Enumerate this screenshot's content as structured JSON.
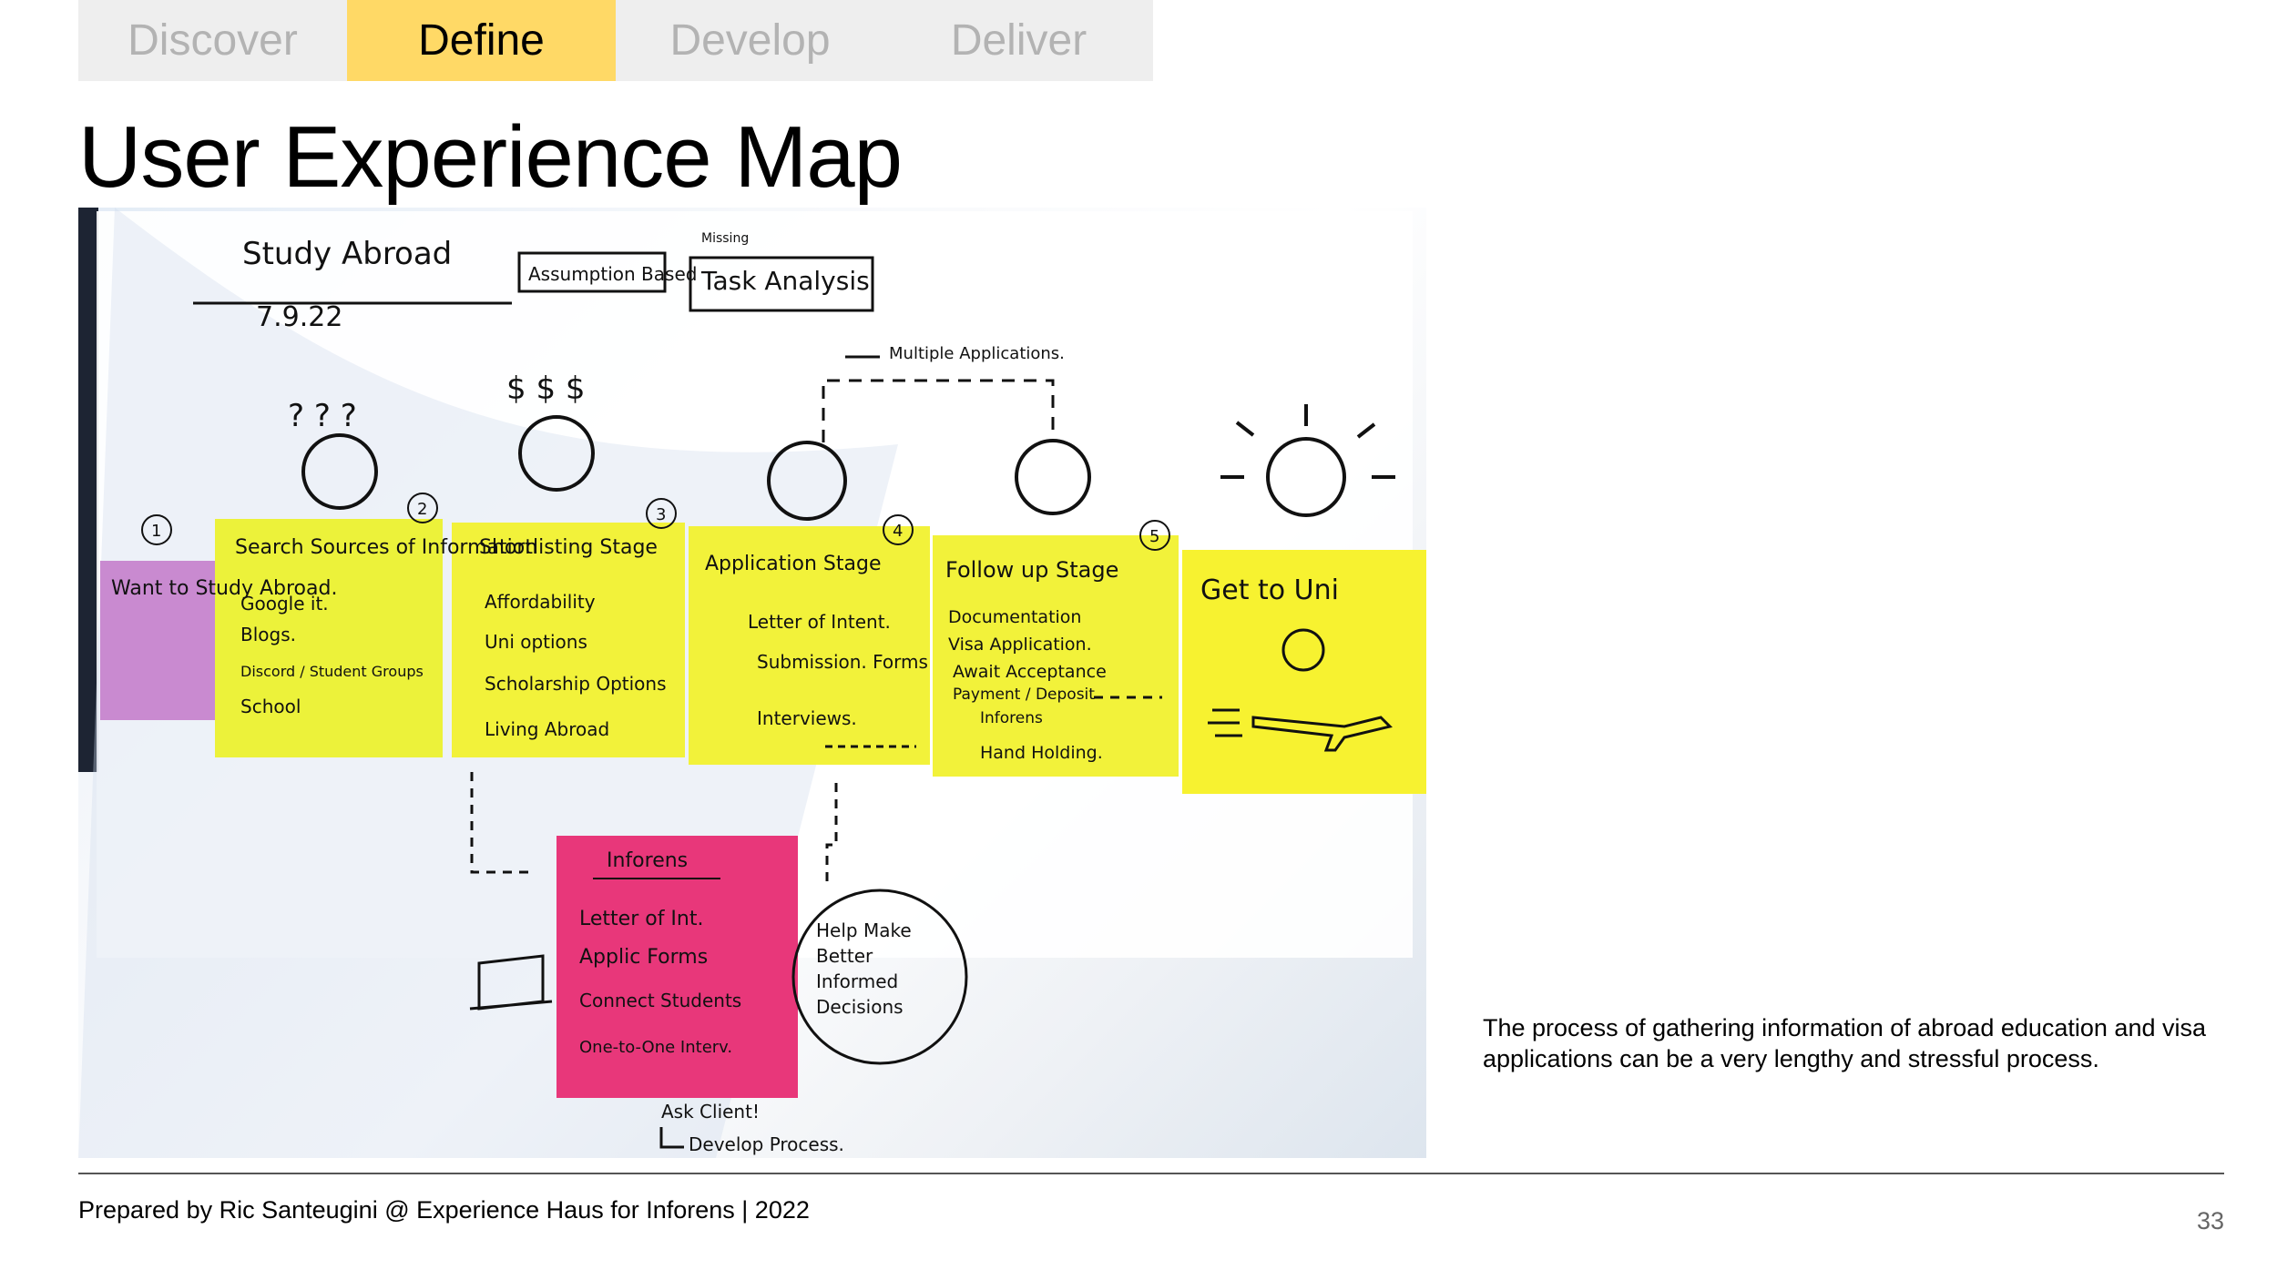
{
  "tabs": [
    {
      "label": "Discover",
      "active": false
    },
    {
      "label": "Define",
      "active": true
    },
    {
      "label": "Develop",
      "active": false
    },
    {
      "label": "Deliver",
      "active": false
    }
  ],
  "title": "User Experience Map",
  "photo": {
    "header": {
      "title": "Study Abroad",
      "date": "7.9.22",
      "tag": "Assumption Based",
      "missing": "Missing",
      "task": "Task Analysis"
    },
    "multiple_note": "Multiple Applications.",
    "stages": [
      {
        "num": "1",
        "title": "Want to Study Abroad.",
        "items": []
      },
      {
        "num": "2",
        "title": "Search Sources of Information",
        "items": [
          "Google it.",
          "Blogs.",
          "Discord / Student Groups",
          "School"
        ]
      },
      {
        "num": "3",
        "title": "Shortlisting Stage",
        "items": [
          "Affordability",
          "Uni options",
          "Scholarship Options",
          "Living Abroad"
        ]
      },
      {
        "num": "4",
        "title": "Application Stage",
        "items": [
          "Letter of Intent.",
          "Submission. Forms",
          "Interviews."
        ]
      },
      {
        "num": "5",
        "title": "Follow up Stage",
        "items": [
          "Documentation",
          "Visa Application.",
          "Await Acceptance",
          "Payment / Deposit",
          "Inforens",
          "Hand Holding."
        ]
      },
      {
        "num": "",
        "title": "Get to Uni",
        "items": []
      }
    ],
    "inforens": {
      "title": "Inforens",
      "items": [
        "Letter of Int.",
        "Applic Forms",
        "Connect Students",
        "One-to-One Interv."
      ]
    },
    "bubble": "Help Make Better Informed Decisions",
    "ask": "Ask Client!",
    "develop": "Develop Process."
  },
  "description": "The process of gathering information of abroad education and visa applications can be a very lengthy and stressful process.",
  "footer": "Prepared by Ric Santeugini @ Experience Haus for Inforens  |  2022",
  "page_number": "33",
  "colors": {
    "tab_active": "#ffd966",
    "tab_inactive": "#eeeeee",
    "sticky_yellow": "#f2f23a",
    "sticky_pink": "#e8377a",
    "sticky_lilac": "#c98ad0"
  }
}
